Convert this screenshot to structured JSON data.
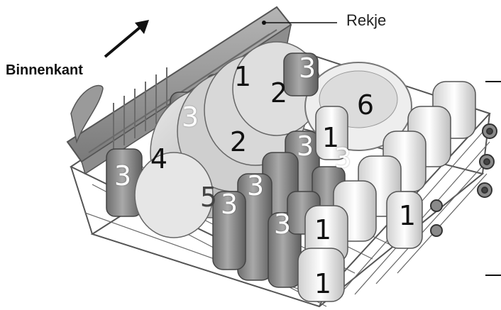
{
  "labels": {
    "rack": "Rekje",
    "inner_side": "Binnenkant"
  },
  "numbers": [
    {
      "id": "cup-top",
      "value": "3",
      "tone": "light"
    },
    {
      "id": "mug-left-rack",
      "value": "3",
      "tone": "light"
    },
    {
      "id": "mug-left-front",
      "value": "3",
      "tone": "light"
    },
    {
      "id": "glass-behind-plates",
      "value": "1",
      "tone": "dark"
    },
    {
      "id": "plates-back",
      "value": "2",
      "tone": "dark"
    },
    {
      "id": "plates-front",
      "value": "2",
      "tone": "dark"
    },
    {
      "id": "large-plate",
      "value": "4",
      "tone": "dark"
    },
    {
      "id": "serving-bowl",
      "value": "6",
      "tone": "dark"
    },
    {
      "id": "glass-center",
      "value": "1",
      "tone": "dark"
    },
    {
      "id": "mug-center-tall",
      "value": "3",
      "tone": "light"
    },
    {
      "id": "mug-center-back",
      "value": "3",
      "tone": "light"
    },
    {
      "id": "mug-front-left",
      "value": "3",
      "tone": "light"
    },
    {
      "id": "mug-front-mid",
      "value": "3",
      "tone": "light"
    },
    {
      "id": "mug-front-low",
      "value": "3",
      "tone": "light"
    },
    {
      "id": "saucer-small",
      "value": "5",
      "tone": "mid"
    },
    {
      "id": "glass-front",
      "value": "1",
      "tone": "dark"
    },
    {
      "id": "glass-front-bottom",
      "value": "1",
      "tone": "dark"
    },
    {
      "id": "glass-right",
      "value": "1",
      "tone": "dark"
    }
  ],
  "colors": {
    "wire": "#555555",
    "mug_body": "#8c8c8c",
    "glass": "#f2f2f2",
    "plate": "#d6d6d6",
    "rack": "#9a9a9a"
  },
  "icons": {
    "arrow": "arrow-up-right-icon"
  }
}
